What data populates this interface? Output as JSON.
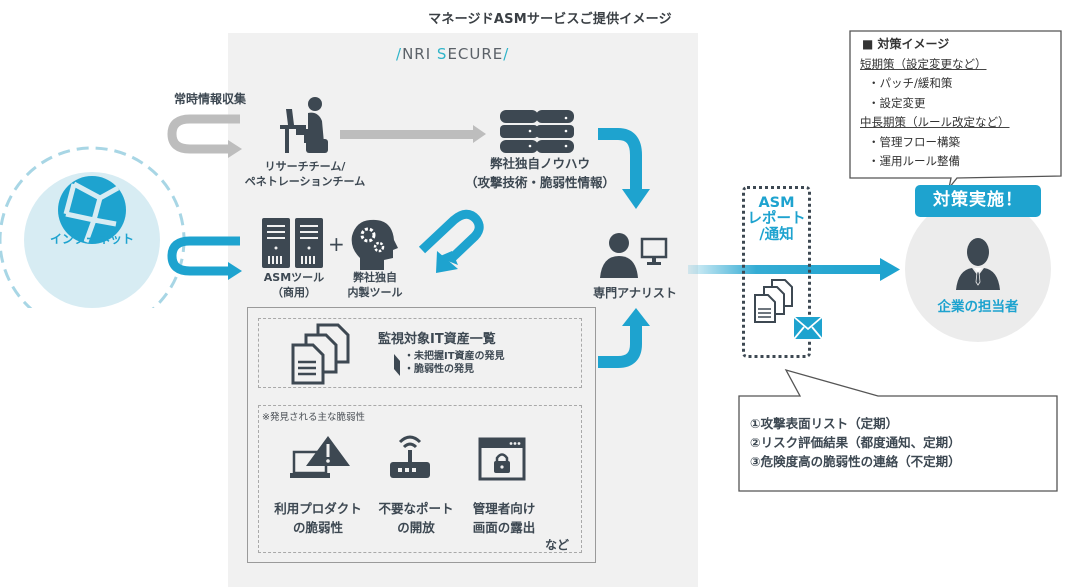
{
  "title": "マネージドASMサービスご提供イメージ",
  "logo": {
    "prefix": "NRI ",
    "highlight": "S",
    "rest": "ECURE"
  },
  "internet": {
    "label": "インターネット"
  },
  "collection_label": "常時情報収集",
  "research_team": {
    "line1": "リサーチチーム/",
    "line2": "ペネトレーションチーム"
  },
  "knowhow": {
    "line1": "弊社独自ノウハウ",
    "line2": "（攻撃技術・脆弱性情報）"
  },
  "asm_tool": {
    "line1": "ASMツール",
    "line2": "（商用）"
  },
  "plus": "+",
  "internal_tool": {
    "line1": "弊社独自",
    "line2": "内製ツール"
  },
  "analyst": {
    "label": "専門アナリスト"
  },
  "asset_list": {
    "title": "監視対象IT資産一覧",
    "items": [
      "・未把握IT資産の発見",
      "・脆弱性の発見"
    ]
  },
  "vulnerabilities": {
    "caption": "※発見される主な脆弱性",
    "items": [
      {
        "line1": "利用プロダクト",
        "line2": "の脆弱性",
        "icon": "laptop-warning-icon"
      },
      {
        "line1": "不要なポート",
        "line2": "の開放",
        "icon": "router-icon"
      },
      {
        "line1": "管理者向け",
        "line2": "画面の露出",
        "icon": "locked-window-icon"
      }
    ],
    "etc": "など"
  },
  "report": {
    "line1": "ASM",
    "line2": "レポート",
    "line3": "/通知"
  },
  "measures": {
    "heading": "■ 対策イメージ",
    "groups": [
      {
        "title": "短期策（設定変更など）",
        "items": [
          "・パッチ/緩和策",
          "・設定変更"
        ]
      },
      {
        "title": "中長期策（ルール改定など）",
        "items": [
          "・管理フロー構築",
          "・運用ルール整備"
        ]
      }
    ]
  },
  "cta": {
    "label": "対策実施！"
  },
  "client": {
    "label": "企業の担当者"
  },
  "deliverables": {
    "items": [
      "①攻撃表面リスト（定期）",
      "②リスク評価結果（都度通知、定期）",
      "③危険度高の脆弱性の連絡（不定期）"
    ]
  },
  "colors": {
    "accent": "#1ea3cf",
    "icon_dark": "#3d4852",
    "panel": "#f1f1f1",
    "arrow_gray": "#bdbdbd"
  }
}
